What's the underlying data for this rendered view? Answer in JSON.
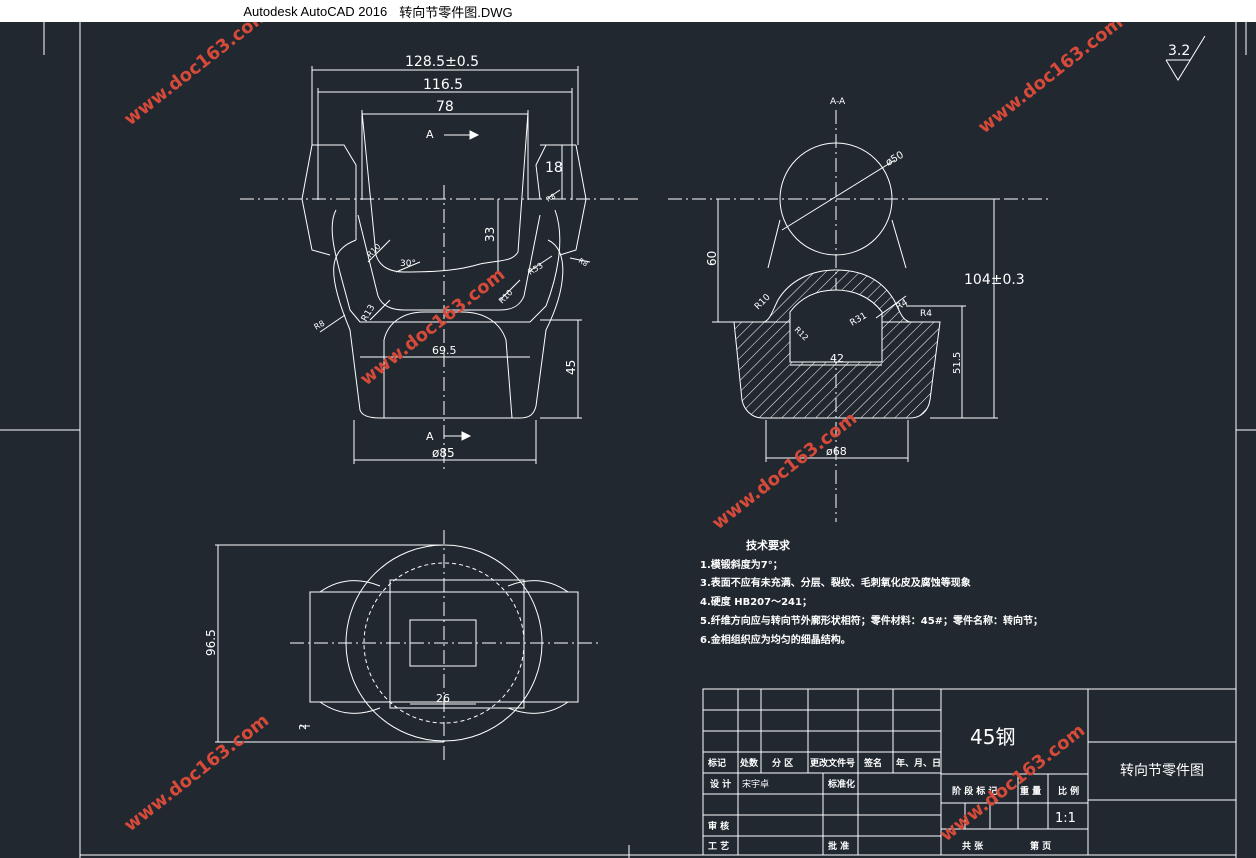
{
  "window": {
    "app_title": "Autodesk AutoCAD 2016",
    "file_title": "转向节零件图.DWG"
  },
  "watermark": {
    "text": "www.doc163.com",
    "color": "#d64a3a"
  },
  "surface_finish": {
    "value": "3.2"
  },
  "front_view": {
    "dim_overall": "128.5±0.5",
    "dim_width": "116.5",
    "dim_inner": "78",
    "dim_height_right": "18",
    "dim_depth": "33",
    "dim_bottom": "69.5",
    "dim_45": "45",
    "dim_base": "ø85",
    "angle": "30°",
    "section_mark": "A",
    "radii": [
      "R10",
      "R53",
      "R8",
      "R13",
      "R10",
      "R8",
      "R8"
    ]
  },
  "section_view": {
    "title": "A-A",
    "dim_ball": "ø50",
    "dim_60": "60",
    "dim_104": "104±0.3",
    "dim_42": "42",
    "dim_51_5": "51.5",
    "dim_68": "ø68",
    "radii": [
      "R10",
      "R12",
      "R31",
      "R4",
      "R4"
    ]
  },
  "top_view": {
    "dim_96_5": "96.5",
    "dim_2": "2",
    "dim_26": "26"
  },
  "tech_notes": {
    "title": "技术要求",
    "items": [
      "1.模锻斜度为7°；",
      "3.表面不应有未充满、分层、裂纹、毛刺氧化皮及腐蚀等现象",
      "4.硬度  HB207～241；",
      "5.纤维方向应与转向节外廓形状相符；零件材料：45#；零件名称：转向节；",
      "6.金相组织应为均匀的细晶结构。"
    ]
  },
  "title_block": {
    "material": "45钢",
    "drawing_name": "转向节零件图",
    "hdr_mark": "标记",
    "hdr_count": "处数",
    "hdr_zone": "分 区",
    "hdr_docno": "更改文件号",
    "hdr_sign": "签名",
    "hdr_date": "年、月、日",
    "design_label": "设 计",
    "designer": "宋宇卓",
    "standard_label": "标准化",
    "stage_label": "阶 段 标 记",
    "weight_label": "重 量",
    "scale_label": "比 例",
    "scale": "1:1",
    "review_label": "审 核",
    "process_label": "工 艺",
    "approve_label": "批 准",
    "total_label": "共  张",
    "page_label": "第  页"
  }
}
